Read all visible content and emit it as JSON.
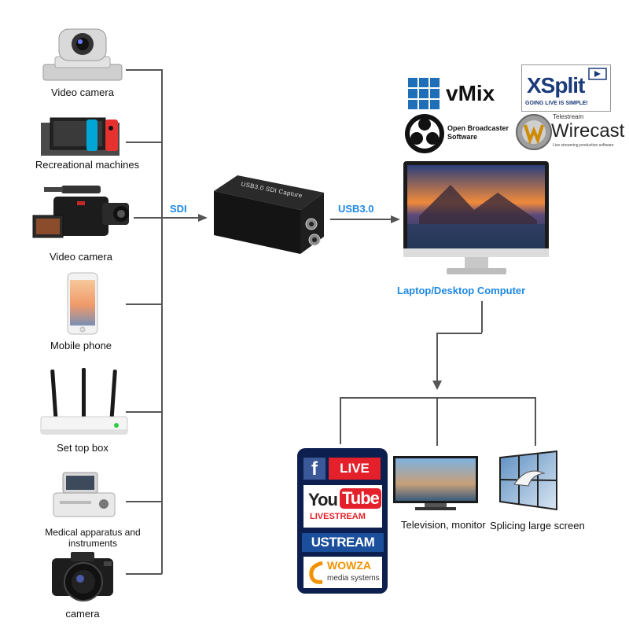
{
  "sources": [
    {
      "label": "Video camera",
      "icon": "ptz-camera-icon"
    },
    {
      "label": "Recreational machines",
      "icon": "game-console-icon"
    },
    {
      "label": "Video camera",
      "icon": "camcorder-icon"
    },
    {
      "label": "Mobile phone",
      "icon": "mobile-phone-icon"
    },
    {
      "label": "Set top box",
      "icon": "router-icon"
    },
    {
      "label": "Medical apparatus and instruments",
      "icon": "medical-device-icon"
    },
    {
      "label": "camera",
      "icon": "dslr-camera-icon"
    }
  ],
  "connections": {
    "sdi": "SDI",
    "usb": "USB3.0"
  },
  "capture_device": {
    "label": "USB3.0 SDI Capture"
  },
  "computer": {
    "label": "Laptop/Desktop Computer"
  },
  "software_logos": {
    "vmix": "vMix",
    "xsplit": "XSplit",
    "xsplit_tagline": "GOING LIVE IS SIMPLE!",
    "obs_line1": "Open Broadcaster",
    "obs_line2": "Software",
    "telestream": "Telestream",
    "wirecast": "Wirecast",
    "wirecast_tagline": "Live streaming production software"
  },
  "streaming": {
    "facebook_live": "LIVE",
    "youtube_you": "You",
    "youtube_tube": "Tube",
    "youtube_livestream": "LIVESTREAM",
    "ustream": "USTREAM",
    "wowza": "WOWZA",
    "wowza_sub": "media systems"
  },
  "outputs": {
    "tv": "Television, monitor",
    "videowall": "Splicing large screen"
  },
  "colors": {
    "accent_blue": "#1e88e5",
    "line": "#555555",
    "panel_navy": "#0d1f4e"
  }
}
